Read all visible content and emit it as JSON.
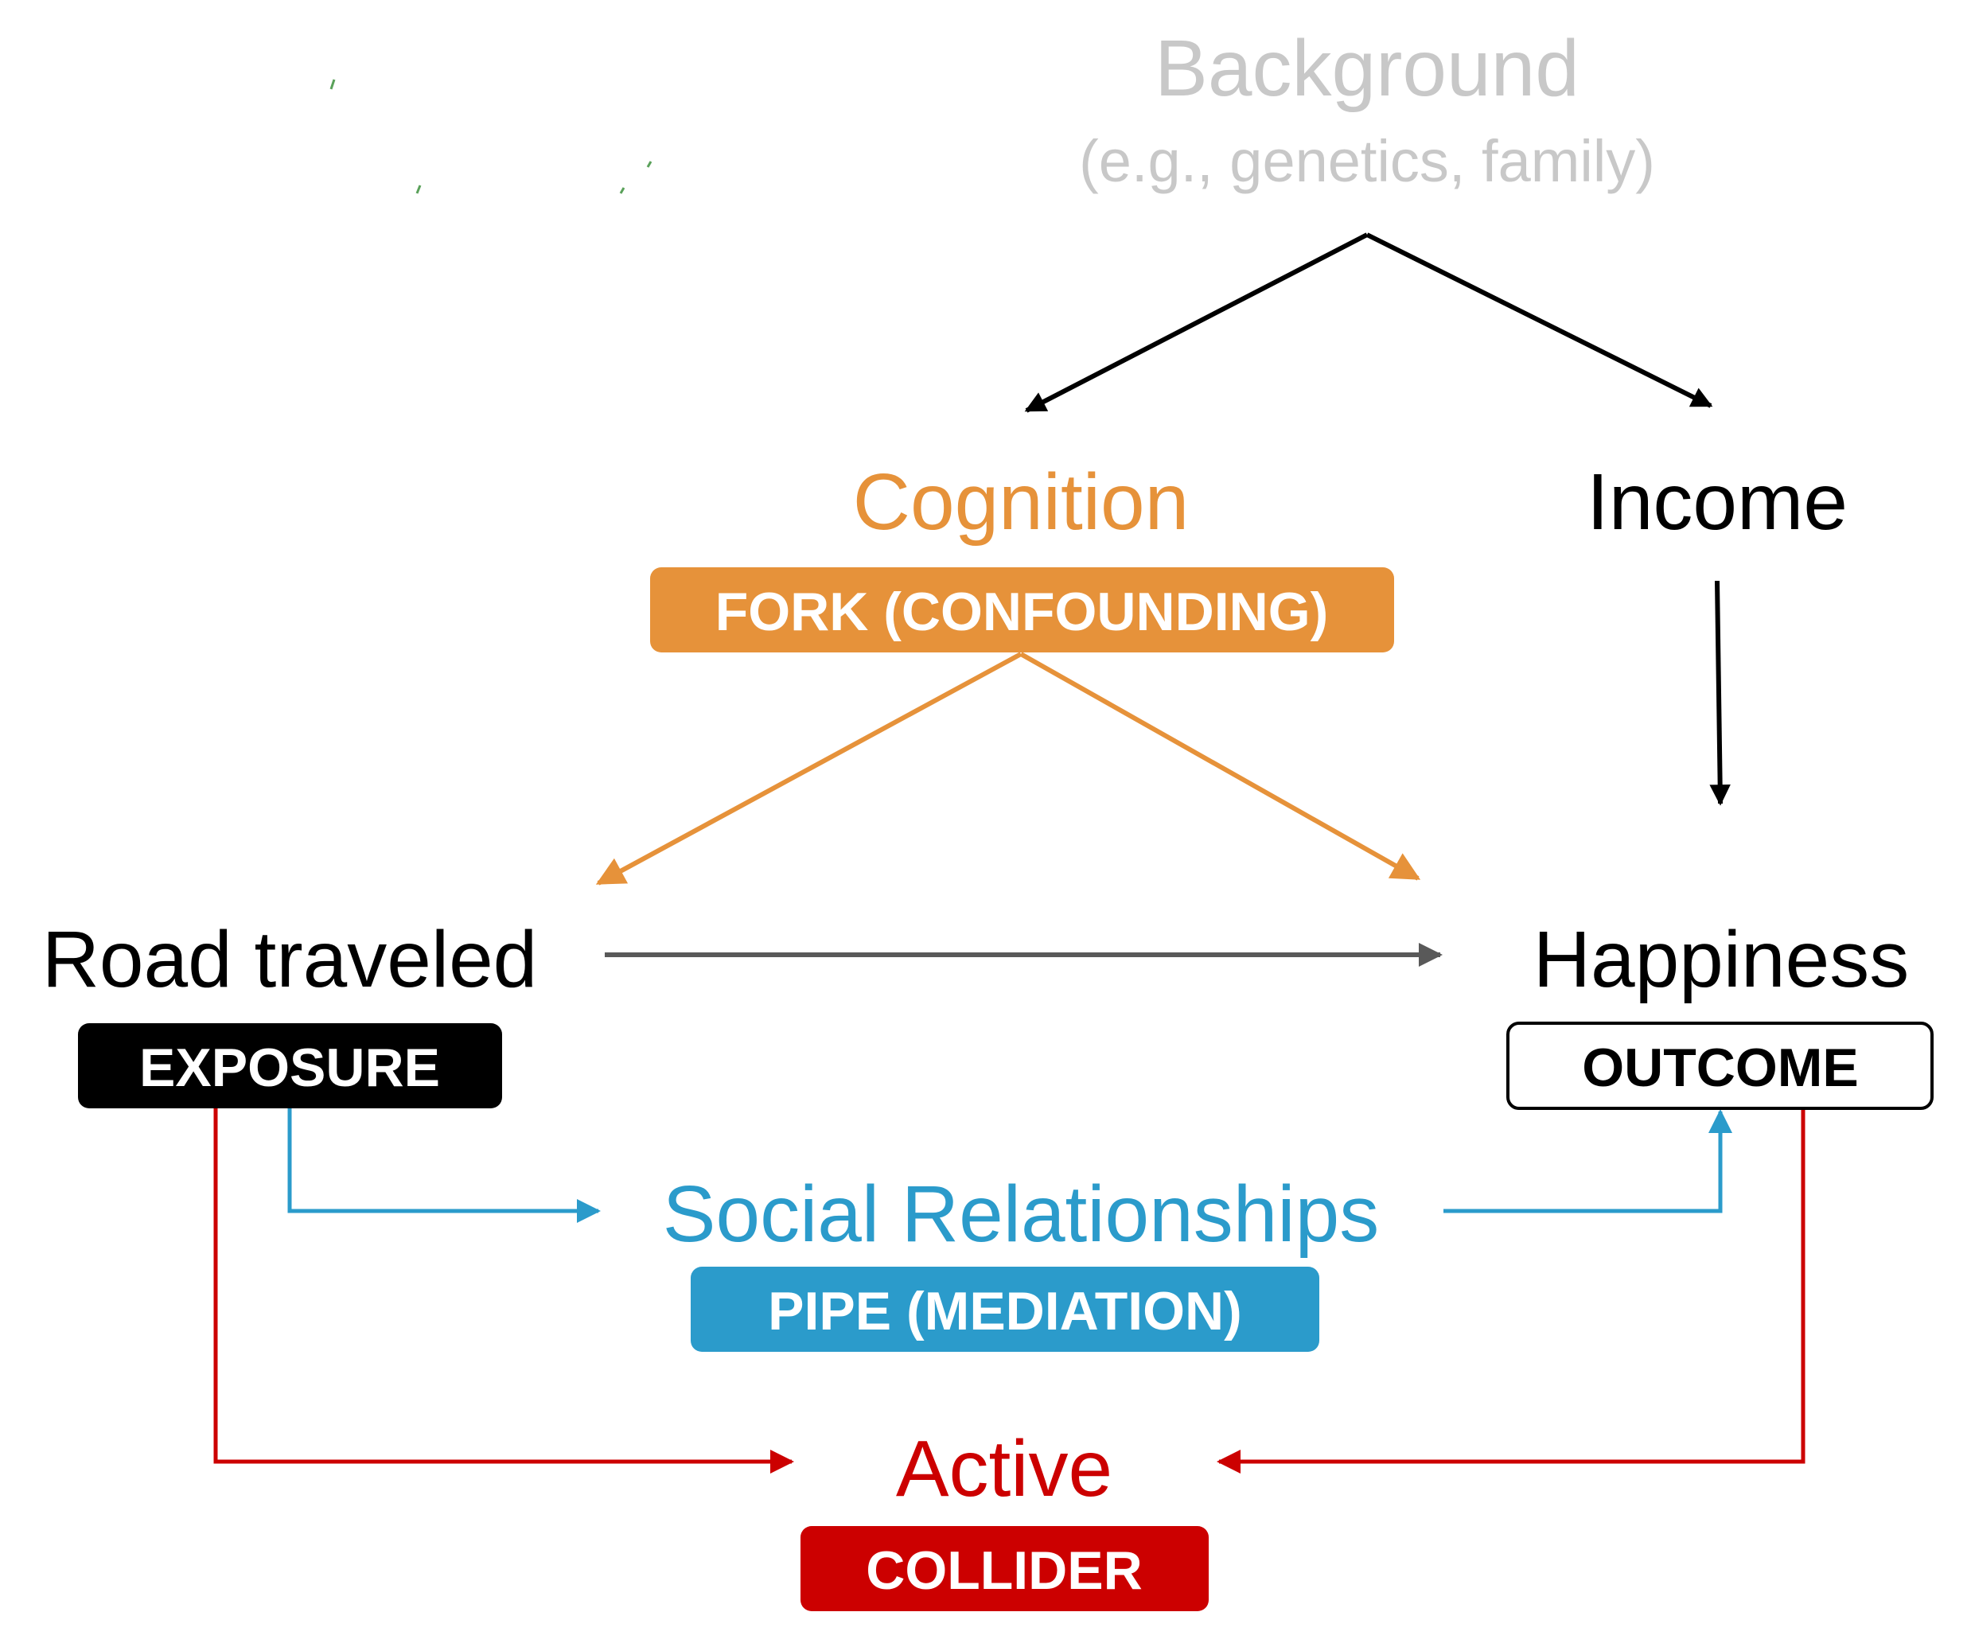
{
  "colors": {
    "background_node": "#c8c8c8",
    "fork": "#e6923a",
    "pipe": "#2b9bcb",
    "collider": "#cc0000",
    "main": "#000000",
    "direct_arrow": "#595959",
    "badge_text": "#ffffff"
  },
  "nodes": {
    "background": {
      "label": "Background",
      "sublabel": "(e.g., genetics, family)"
    },
    "cognition": {
      "label": "Cognition",
      "badge": "FORK (CONFOUNDING)"
    },
    "income": {
      "label": "Income"
    },
    "road_traveled": {
      "label": "Road traveled",
      "badge": "EXPOSURE"
    },
    "happiness": {
      "label": "Happiness",
      "badge": "OUTCOME"
    },
    "social_relationships": {
      "label": "Social Relationships",
      "badge": "PIPE (MEDIATION)"
    },
    "active": {
      "label": "Active",
      "badge": "COLLIDER"
    }
  }
}
